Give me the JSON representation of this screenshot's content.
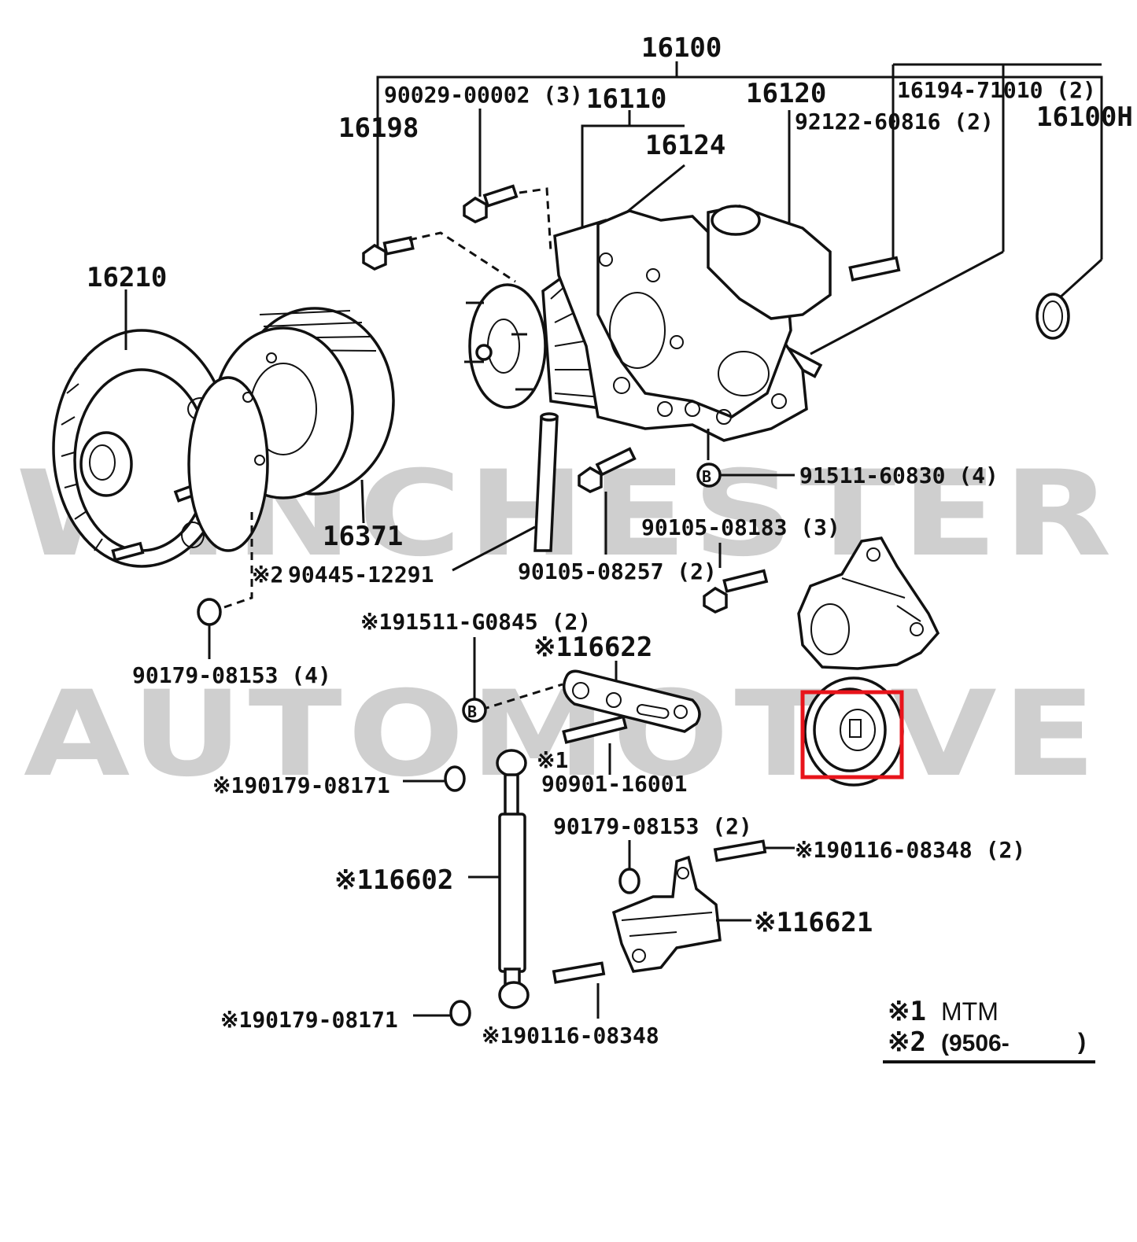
{
  "watermark": {
    "line1": "WINCHESTER",
    "line2": "AUTOMOTIVE"
  },
  "labels": {
    "p16100": "16100",
    "p16110": "16110",
    "p16120": "16120",
    "p16124": "16124",
    "p16198": "16198",
    "p16100h": "16100H",
    "p90029": "90029-00002 (3)",
    "p16194": "16194-71010 (2)",
    "p92122": "92122-60816 (2)",
    "p16210": "16210",
    "p16371": "16371",
    "p91511_60830": "91511-60830 (4)",
    "p90105_08183": "90105-08183 (3)",
    "p90445": "90445-12291",
    "p90105_08257": "90105-08257 (2)",
    "mark2_a": "※2",
    "p90179_08153_4": "90179-08153 (4)",
    "p91511_g0845": "※191511-G0845 (2)",
    "p16622": "※116622",
    "p90901": "90901-16001",
    "mark1_a": "※1",
    "p90179_08171_a": "※190179-08171",
    "p90179_08153_2": "90179-08153 (2)",
    "p90116_08348_2": "※190116-08348 (2)",
    "p16602": "※116602",
    "p16621": "※116621",
    "p90179_08171_b": "※190179-08171",
    "p90116_08348": "※190116-08348",
    "marker_b1": "B",
    "marker_b2": "B"
  },
  "legend": {
    "row1_mark": "※1",
    "row1_text": "MTM",
    "row2_mark": "※2",
    "row2_text": "(9506-",
    "row2_close": ")"
  },
  "colors": {
    "highlight": "#e8141b",
    "watermark": "#cfcfcf",
    "ink": "#111111"
  }
}
